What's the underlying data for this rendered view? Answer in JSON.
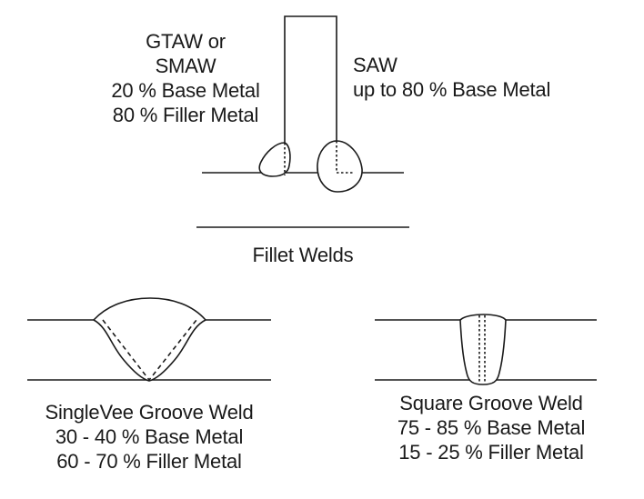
{
  "fillet": {
    "left_label": {
      "line1": "GTAW or",
      "line2": "SMAW",
      "line3": "20 % Base Metal",
      "line4": "80 % Filler Metal"
    },
    "right_label": {
      "line1": "SAW",
      "line2": "up to 80 % Base Metal"
    },
    "caption": "Fillet Welds"
  },
  "single_vee": {
    "line1": "SingleVee Groove Weld",
    "line2": "30 -  40 % Base Metal",
    "line3": "60 - 70 % Filler Metal"
  },
  "square_groove": {
    "line1": "Square Groove Weld",
    "line2": "75 - 85 % Base Metal",
    "line3": "15 - 25 % Filler Metal"
  },
  "colors": {
    "ink": "#1a1a1a",
    "background": "#ffffff"
  }
}
